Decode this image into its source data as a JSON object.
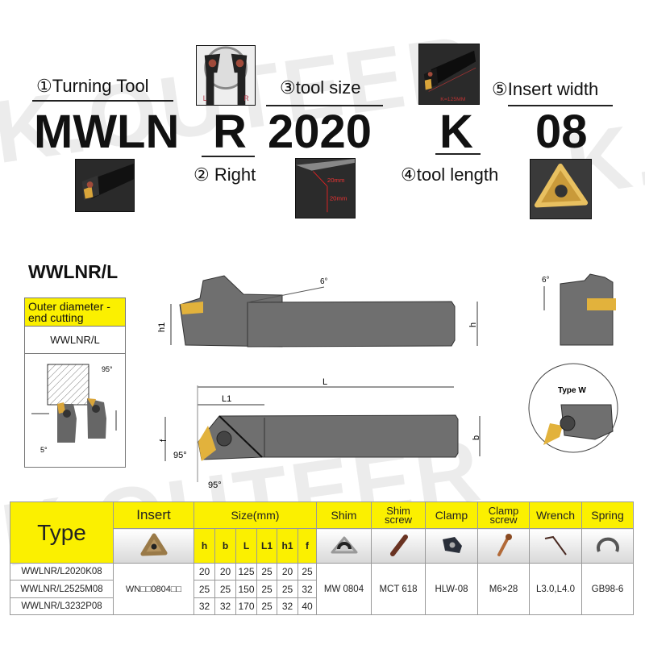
{
  "watermark": "K.OUTEER",
  "code": {
    "labels": {
      "turning_tool": "①Turning Tool",
      "right": "② Right",
      "tool_size": "③tool size",
      "tool_length": "④tool length",
      "insert_width": "⑤Insert width"
    },
    "parts": {
      "type": "MWLN",
      "hand": "R",
      "size": "2020",
      "length": "K",
      "width": "08"
    },
    "thumbs": {
      "hand_left": "L",
      "hand_right": "R",
      "size_dim1": "20mm",
      "size_dim2": "20mm",
      "length_caption": "K=125MM"
    }
  },
  "diagram": {
    "title": "WWLNR/L",
    "box_header": "Outer diameter - end cutting",
    "box_model": "WWLNR/L",
    "angles": {
      "small_approach": "95°",
      "small_clearance": "5°",
      "side_angle": "6°",
      "end_angle": "6°",
      "top_f": "95°",
      "top_bottom": "95°"
    },
    "dims": {
      "h1": "h1",
      "h": "h",
      "L": "L",
      "L1": "L1",
      "f": "f",
      "b": "b"
    },
    "type_w": "Type W"
  },
  "colors": {
    "yellow": "#fbf000",
    "tool_gray": "#6f6f6f",
    "insert_gold": "#e2b23c"
  },
  "table": {
    "type_header": "Type",
    "insert_header": "Insert",
    "size_header": "Size(mm)",
    "size_columns": [
      "h",
      "b",
      "L",
      "L1",
      "h1",
      "f"
    ],
    "part_headers": [
      "Shim",
      "Shim screw",
      "Clamp",
      "Clamp screw",
      "Wrench",
      "Spring"
    ],
    "rows": [
      {
        "type": "WWLNR/L2020K08",
        "sizes": [
          "20",
          "20",
          "125",
          "25",
          "20",
          "25"
        ]
      },
      {
        "type": "WWLNR/L2525M08",
        "sizes": [
          "25",
          "25",
          "150",
          "25",
          "25",
          "32"
        ]
      },
      {
        "type": "WWLNR/L3232P08",
        "sizes": [
          "32",
          "32",
          "170",
          "25",
          "32",
          "40"
        ]
      }
    ],
    "insert": "WN□□0804□□",
    "parts": [
      "MW 0804",
      "MCT 618",
      "HLW-08",
      "M6×28",
      "L3.0,L4.0",
      "GB98-6"
    ]
  }
}
